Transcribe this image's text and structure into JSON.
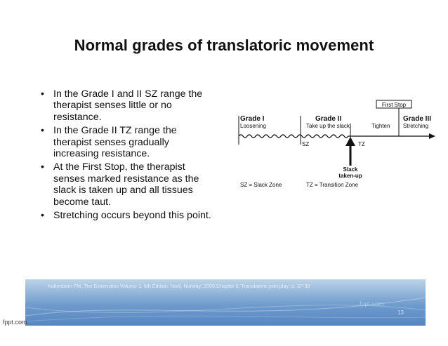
{
  "slide": {
    "title": "Normal grades of translatoric movement",
    "bullet_glyph": "•",
    "bullets": [
      "In the Grade I and II SZ range the therapist senses little or no resistance.",
      "In the Grade II TZ range the therapist senses gradually increasing resistance.",
      "At the First Stop, the therapist senses marked resistance as the slack is taken up and all tissues become taut.",
      "Stretching occurs beyond this point."
    ],
    "citation": "Kaltenborn FM. The Extremities Volume 1. 6th Edition. Norli, Norway; 2006.Chapter 2: Translatoric joint play: p. 37-38",
    "watermark": "fppt.com",
    "page_number": "13",
    "footer_brand": "fppt.com"
  },
  "diagram": {
    "first_stop": "First Stop",
    "grade1": "Grade I",
    "grade1_sub": "Loosening",
    "grade2": "Grade II",
    "grade2_sub": "Take up the slack",
    "tighten": "Tighten",
    "grade3": "Grade III",
    "grade3_sub": "Stretching",
    "sz": "SZ",
    "tz": "TZ",
    "slack_line1": "Slack",
    "slack_line2": "taken-up",
    "legend_sz": "SZ = Slack Zone",
    "legend_tz": "TZ = Transition Zone"
  }
}
